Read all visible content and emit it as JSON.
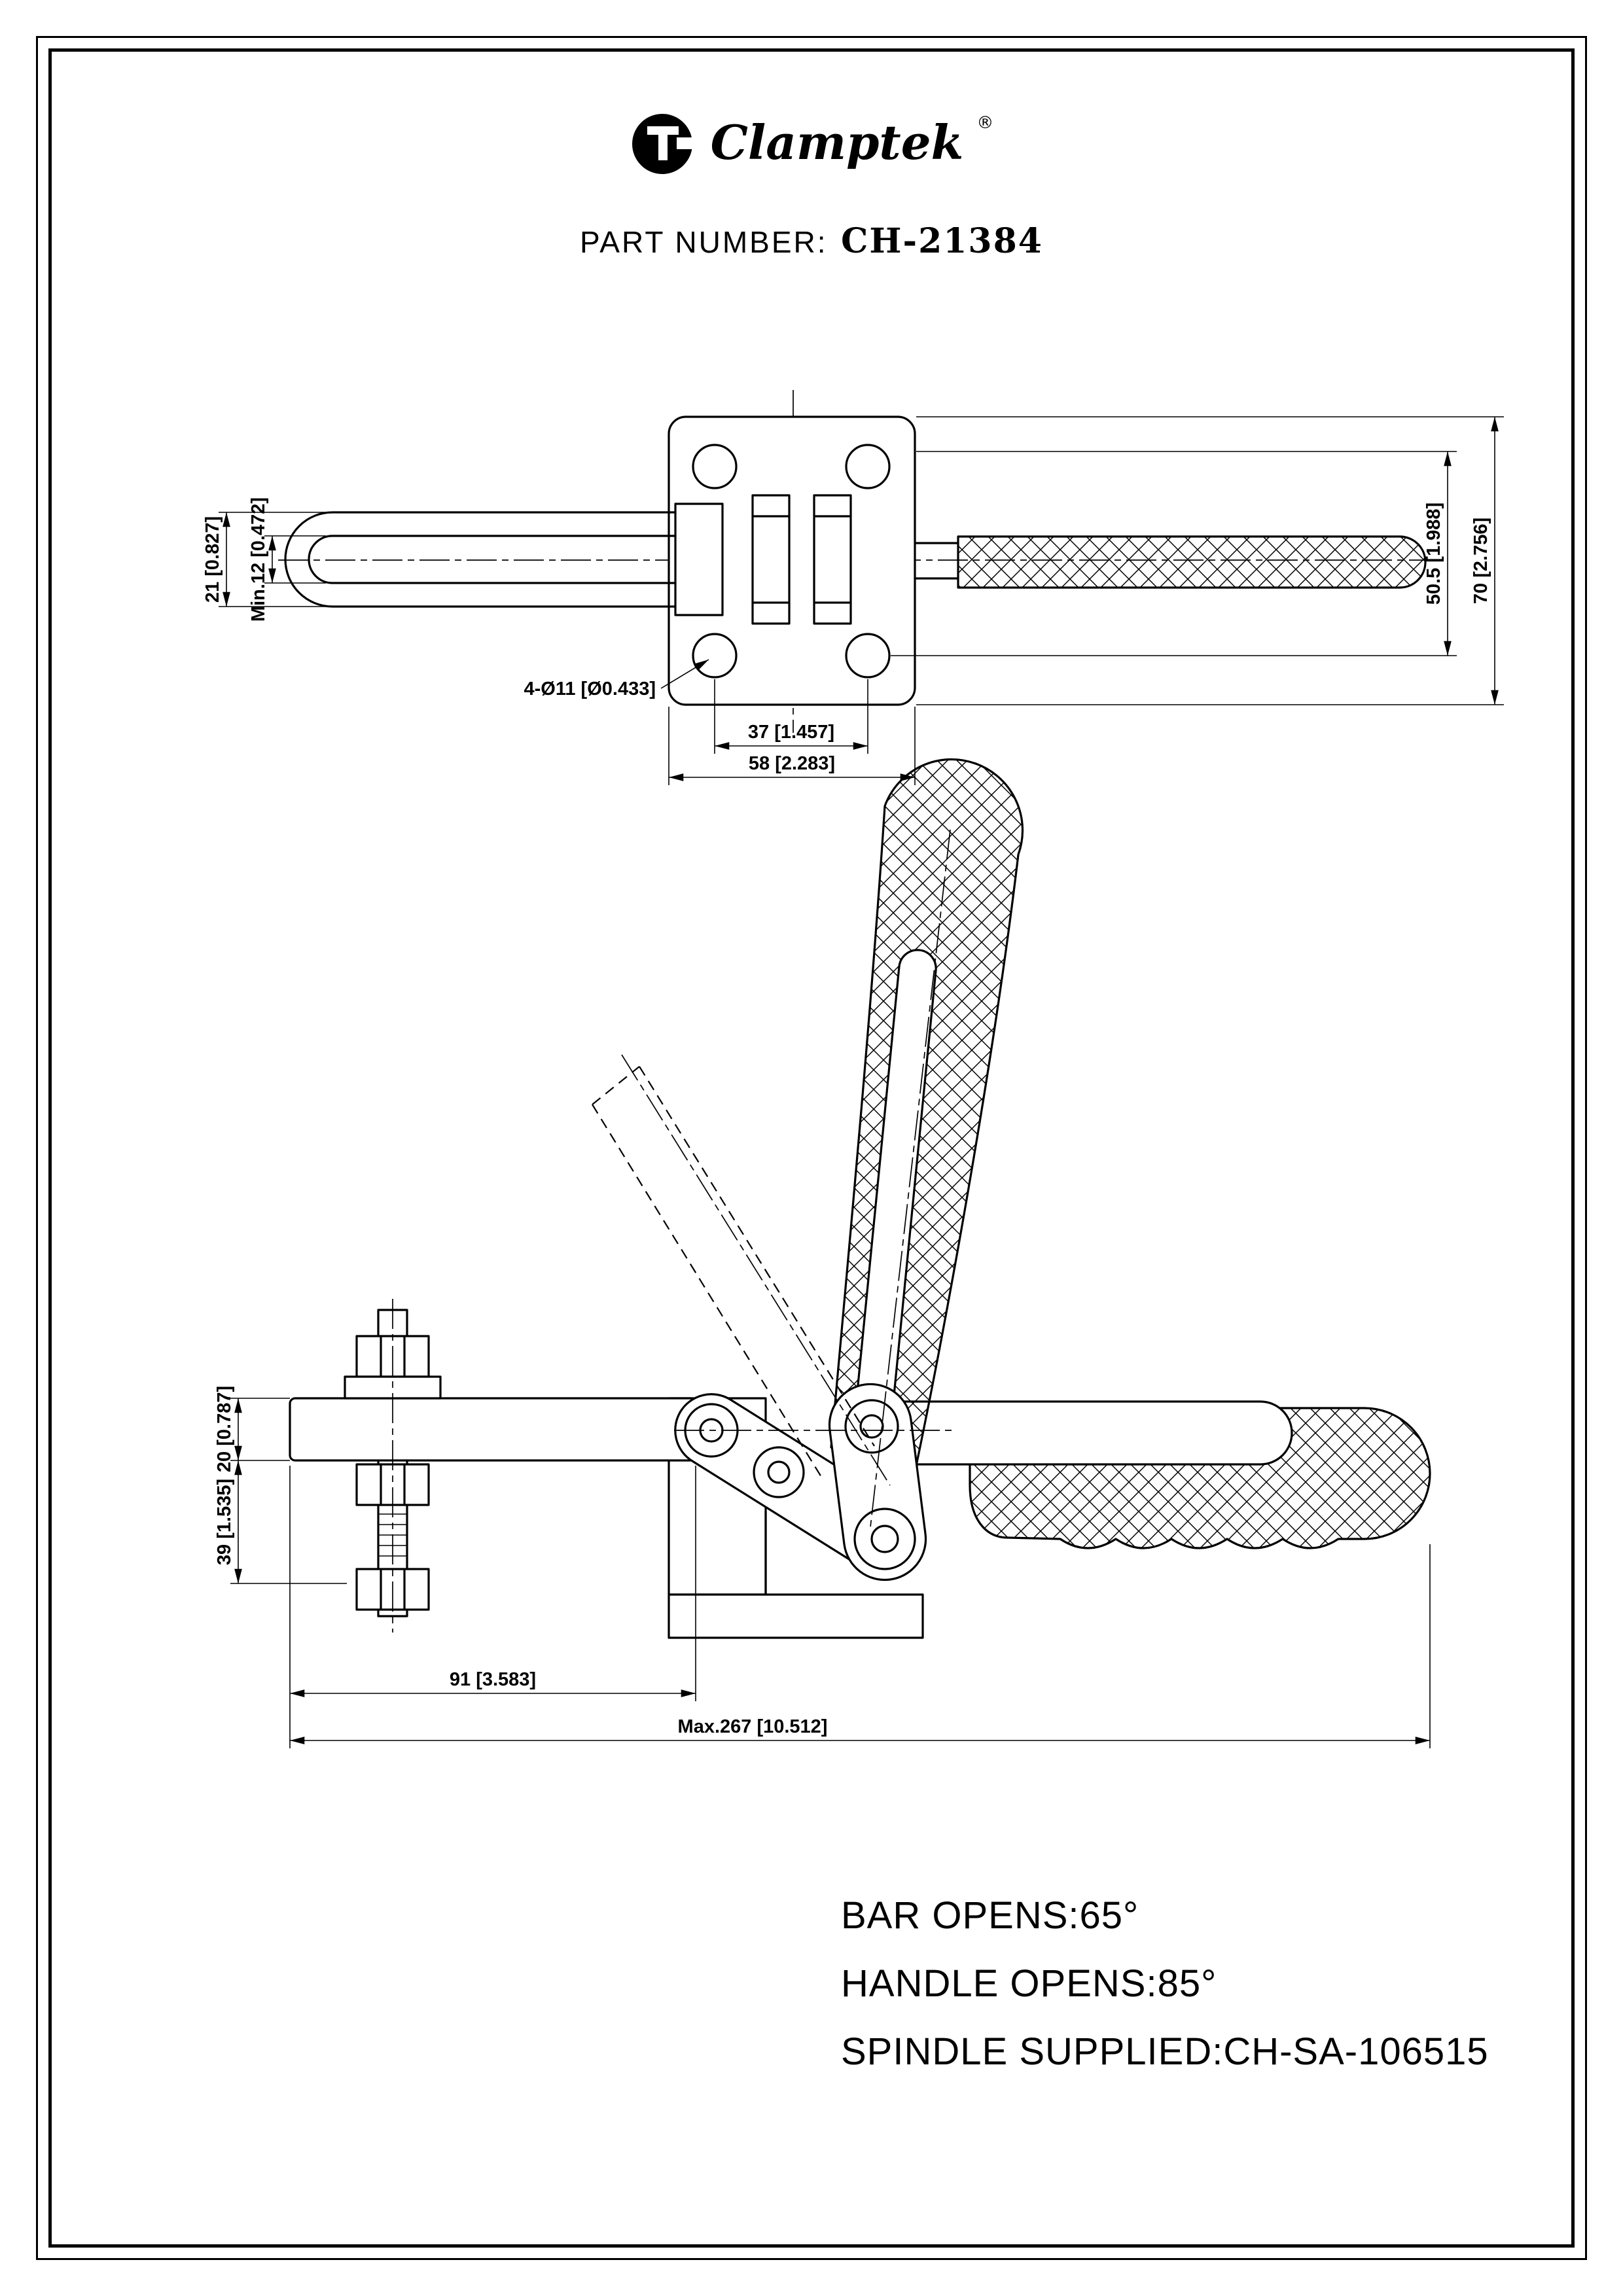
{
  "header": {
    "brand": "Clamptek",
    "registered": "®",
    "part_number_label": "PART NUMBER:",
    "part_number_value": "CH-21384"
  },
  "top_view": {
    "dim_outer_width": "21 [0.827]",
    "dim_inner_width": "Min.12 [0.472]",
    "hole_callout": "4-Ø11 [Ø0.433]",
    "dim_hole_spacing": "37 [1.457]",
    "dim_base_width": "58 [2.283]",
    "dim_height_505": "50.5 [1.988]",
    "dim_height_70": "70 [2.756]"
  },
  "side_view": {
    "dim_bar_thickness": "20 [0.787]",
    "dim_drop": "39 [1.535]",
    "dim_bar_length": "91 [3.583]",
    "dim_max_length": "Max.267 [10.512]"
  },
  "notes": [
    {
      "text": "BAR OPENS:65°"
    },
    {
      "text": "HANDLE OPENS:85°"
    },
    {
      "text": "SPINDLE SUPPLIED:CH-SA-106515"
    }
  ]
}
